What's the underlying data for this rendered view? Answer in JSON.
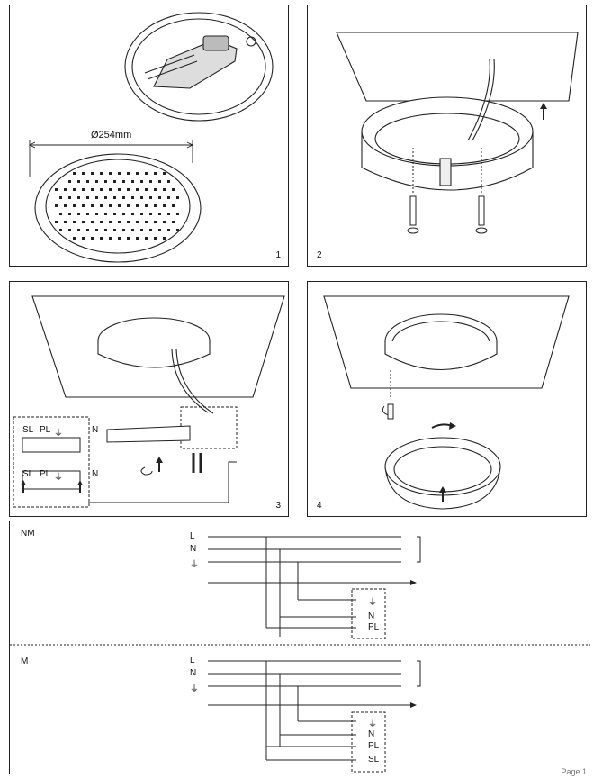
{
  "panels": [
    {
      "number": "1",
      "dimension": "Ø254mm"
    },
    {
      "number": "2"
    },
    {
      "number": "3",
      "terminal_top": [
        "SL",
        "PL",
        "⏚"
      ],
      "terminal_bottom": [
        "SL",
        "PL",
        "⏚"
      ],
      "n_label": "N"
    },
    {
      "number": "4"
    }
  ],
  "wiring": {
    "nm": {
      "title": "NM",
      "lines": [
        "L",
        "N",
        "⏚"
      ],
      "terminals": [
        "⏚",
        "N",
        "PL"
      ]
    },
    "m": {
      "title": "M",
      "lines": [
        "L",
        "N",
        "⏚"
      ],
      "terminals": [
        "⏚",
        "N",
        "PL",
        "SL"
      ]
    }
  },
  "footer": "Page 1",
  "colors": {
    "line": "#222222",
    "paper": "#ffffff"
  },
  "icons": [
    "ceiling-plate-icon",
    "screw-icon",
    "arrow-up-icon",
    "rotate-icon",
    "screwdriver-icon",
    "earth-symbol-icon"
  ]
}
